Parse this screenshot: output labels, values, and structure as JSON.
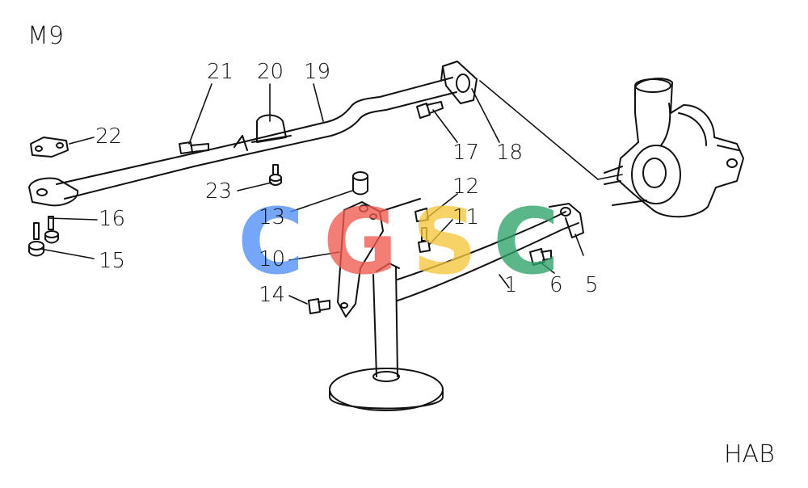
{
  "diagram": {
    "section_code": "M9",
    "drawing_code": "HAB",
    "callouts": [
      {
        "id": "c1",
        "text": "1"
      },
      {
        "id": "c5",
        "text": "5"
      },
      {
        "id": "c6",
        "text": "6"
      },
      {
        "id": "c10",
        "text": "10"
      },
      {
        "id": "c11",
        "text": "11"
      },
      {
        "id": "c12",
        "text": "12"
      },
      {
        "id": "c13",
        "text": "13"
      },
      {
        "id": "c14",
        "text": "14"
      },
      {
        "id": "c15",
        "text": "15"
      },
      {
        "id": "c16",
        "text": "16"
      },
      {
        "id": "c17",
        "text": "17"
      },
      {
        "id": "c18",
        "text": "18"
      },
      {
        "id": "c19",
        "text": "19"
      },
      {
        "id": "c20",
        "text": "20"
      },
      {
        "id": "c21",
        "text": "21"
      },
      {
        "id": "c22",
        "text": "22"
      },
      {
        "id": "c23",
        "text": "23"
      }
    ]
  },
  "watermark": {
    "letters": [
      "C",
      "G",
      "S",
      "C"
    ],
    "colors": [
      "#4f8ef7",
      "#ef5b4f",
      "#f6c63c",
      "#2ea36a"
    ]
  }
}
